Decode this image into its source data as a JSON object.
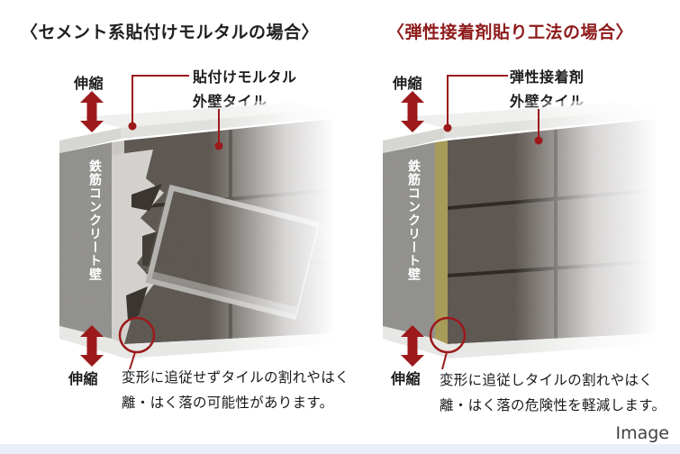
{
  "watermark": "Image",
  "colors": {
    "accent_red": "#9c1a1c",
    "title_left_color": "#1f1f1f",
    "title_right_color": "#8e1a1a",
    "concrete_gray": "#908f8c",
    "mortar_gray": "#c9c8c5",
    "adhesive_olive": "#a79b59",
    "tile_dark": "#58514b",
    "bottom_strip": "#e9eff8"
  },
  "panels": [
    {
      "title": "〈セメント系貼付けモルタルの場合〉",
      "expansion_top": "伸縮",
      "expansion_bottom": "伸縮",
      "layer_label": "貼付けモルタル",
      "tile_label": "外壁タイル",
      "wall_label": "鉄筋コンクリート壁",
      "caption_line1": "変形に追従せずタイルの割れやはく",
      "caption_line2": "離・はく落の可能性があります。"
    },
    {
      "title": "〈弾性接着剤貼り工法の場合〉",
      "expansion_top": "伸縮",
      "expansion_bottom": "伸縮",
      "layer_label": "弾性接着剤",
      "tile_label": "外壁タイル",
      "wall_label": "鉄筋コンクリート壁",
      "caption_line1": "変形に追従しタイルの割れやはく",
      "caption_line2": "離・はく落の危険性を軽減します。"
    }
  ]
}
